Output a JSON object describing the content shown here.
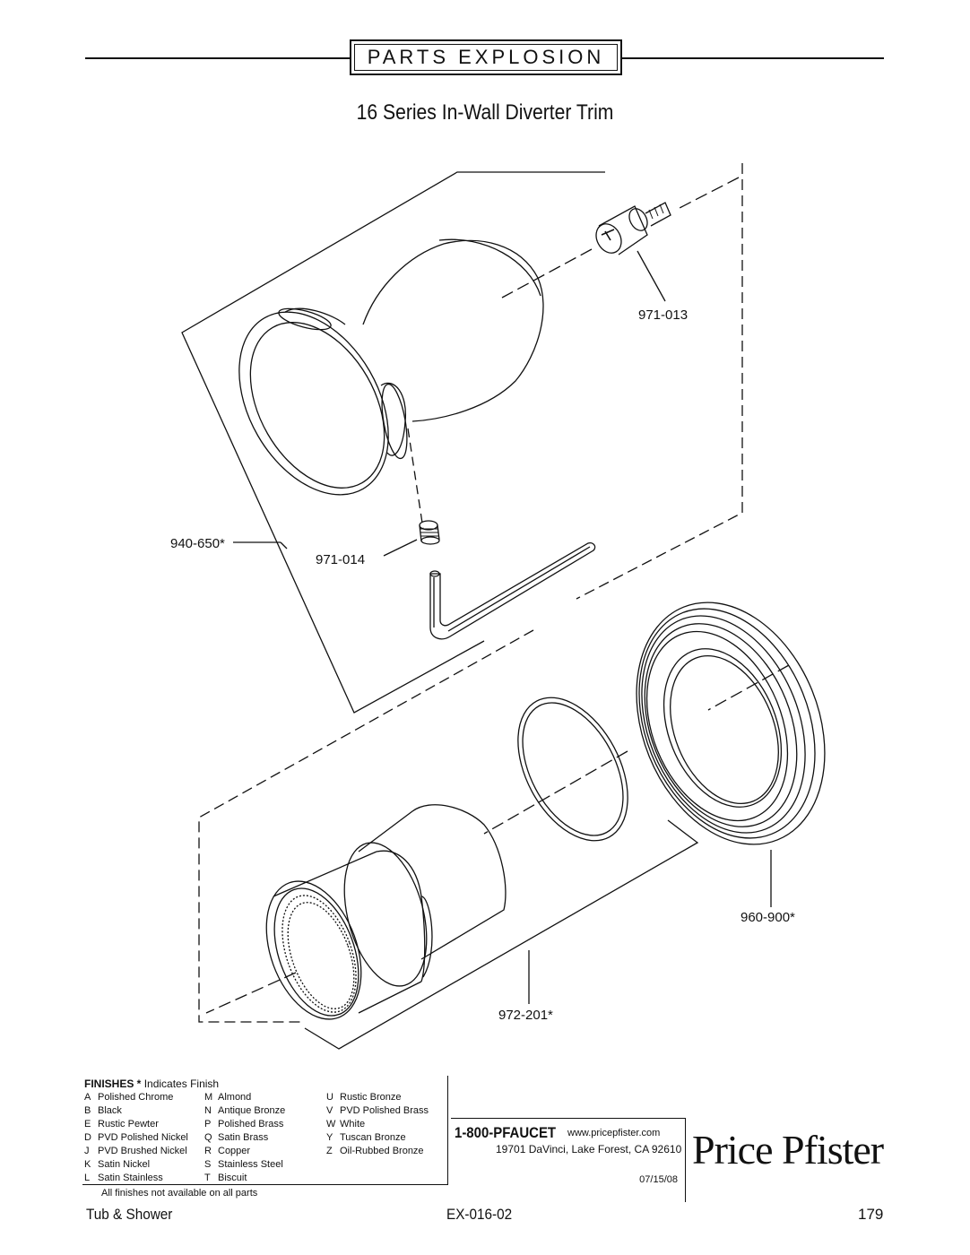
{
  "header": {
    "banner": "PARTS EXPLOSION",
    "title": "16 Series In-Wall Diverter Trim"
  },
  "callouts": {
    "screw": "971-013",
    "handle": "940-650*",
    "set_screw": "971-014",
    "escutcheon": "960-900*",
    "sleeve": "972-201*"
  },
  "finishes": {
    "heading": "FINISHES *",
    "heading_note": "Indicates Finish",
    "col1": [
      {
        "code": "A",
        "name": "Polished Chrome"
      },
      {
        "code": "B",
        "name": "Black"
      },
      {
        "code": "E",
        "name": "Rustic Pewter"
      },
      {
        "code": "D",
        "name": "PVD Polished Nickel"
      },
      {
        "code": "J",
        "name": "PVD Brushed Nickel"
      },
      {
        "code": "K",
        "name": "Satin Nickel"
      },
      {
        "code": "L",
        "name": "Satin Stainless"
      }
    ],
    "col2": [
      {
        "code": "M",
        "name": "Almond"
      },
      {
        "code": "N",
        "name": "Antique Bronze"
      },
      {
        "code": "P",
        "name": "Polished Brass"
      },
      {
        "code": "Q",
        "name": "Satin Brass"
      },
      {
        "code": "R",
        "name": "Copper"
      },
      {
        "code": "S",
        "name": "Stainless Steel"
      },
      {
        "code": "T",
        "name": "Biscuit"
      }
    ],
    "col3": [
      {
        "code": "U",
        "name": "Rustic Bronze"
      },
      {
        "code": "V",
        "name": "PVD Polished Brass"
      },
      {
        "code": "W",
        "name": "White"
      },
      {
        "code": "Y",
        "name": "Tuscan Bronze"
      },
      {
        "code": "Z",
        "name": "Oil-Rubbed Bronze"
      }
    ],
    "note": "All finishes not available on all parts"
  },
  "contact": {
    "phone": "1-800-PFAUCET",
    "website": "www.pricepfister.com",
    "address": "19701 DaVinci, Lake Forest, CA  92610",
    "date": "07/15/08"
  },
  "brand": "Price Pfister",
  "footer": {
    "category": "Tub & Shower",
    "doc_code": "EX-016-02",
    "page_number": "179"
  }
}
